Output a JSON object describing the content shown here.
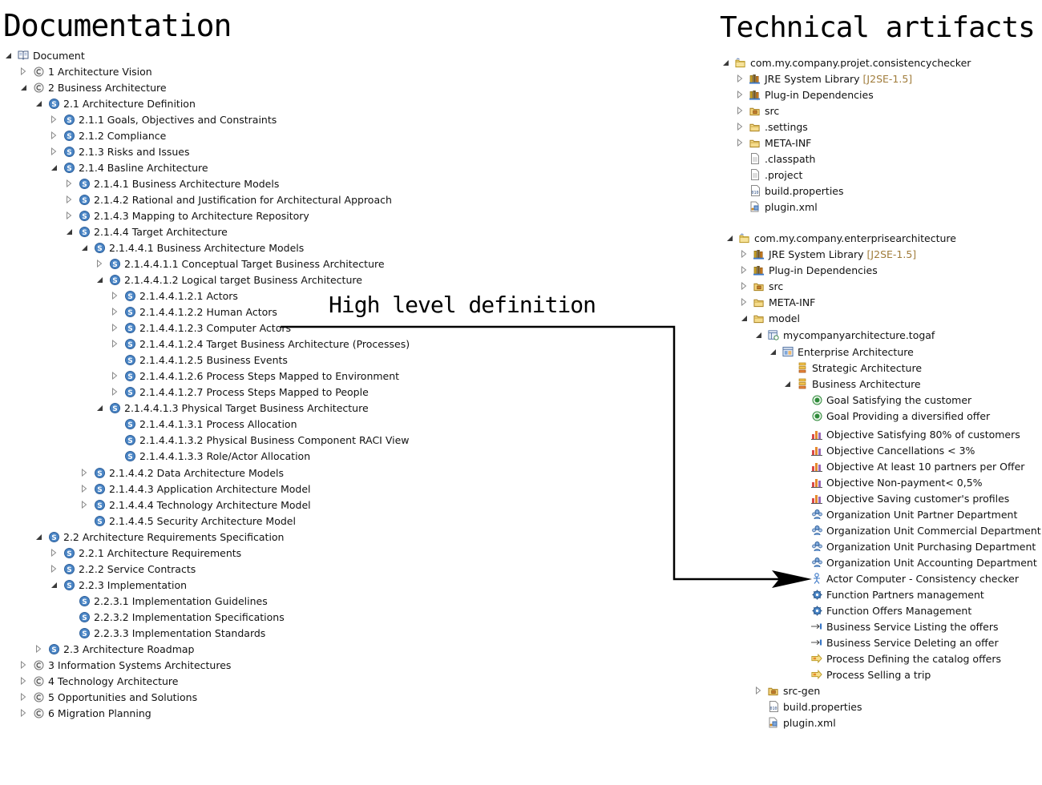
{
  "headings": {
    "documentation": "Documentation",
    "technical": "Technical artifacts",
    "high_level": "High level definition"
  },
  "doc_tree": [
    {
      "label": "Document",
      "depth": 0,
      "toggle": "expanded",
      "icon": "book"
    },
    {
      "label": "1 Architecture Vision",
      "depth": 1,
      "toggle": "collapsed",
      "icon": "chapter"
    },
    {
      "label": "2 Business Architecture",
      "depth": 1,
      "toggle": "expanded",
      "icon": "chapter"
    },
    {
      "label": "2.1 Architecture Definition",
      "depth": 2,
      "toggle": "expanded",
      "icon": "section"
    },
    {
      "label": "2.1.1 Goals, Objectives and Constraints",
      "depth": 3,
      "toggle": "collapsed",
      "icon": "section"
    },
    {
      "label": "2.1.2 Compliance",
      "depth": 3,
      "toggle": "collapsed",
      "icon": "section"
    },
    {
      "label": "2.1.3 Risks and Issues",
      "depth": 3,
      "toggle": "collapsed",
      "icon": "section"
    },
    {
      "label": "2.1.4 Basline Architecture",
      "depth": 3,
      "toggle": "expanded",
      "icon": "section"
    },
    {
      "label": "2.1.4.1 Business Architecture Models",
      "depth": 4,
      "toggle": "collapsed",
      "icon": "section"
    },
    {
      "label": "2.1.4.2 Rational and Justification for Architectural Approach",
      "depth": 4,
      "toggle": "collapsed",
      "icon": "section"
    },
    {
      "label": "2.1.4.3 Mapping to Architecture Repository",
      "depth": 4,
      "toggle": "collapsed",
      "icon": "section"
    },
    {
      "label": "2.1.4.4 Target Architecture",
      "depth": 4,
      "toggle": "expanded",
      "icon": "section"
    },
    {
      "label": "2.1.4.4.1 Business Architecture Models",
      "depth": 5,
      "toggle": "expanded",
      "icon": "section"
    },
    {
      "label": "2.1.4.4.1.1 Conceptual Target Business Architecture",
      "depth": 6,
      "toggle": "collapsed",
      "icon": "section"
    },
    {
      "label": "2.1.4.4.1.2 Logical target Business Architecture",
      "depth": 6,
      "toggle": "expanded",
      "icon": "section"
    },
    {
      "label": "2.1.4.4.1.2.1 Actors",
      "depth": 7,
      "toggle": "collapsed",
      "icon": "section"
    },
    {
      "label": "2.1.4.4.1.2.2 Human Actors",
      "depth": 7,
      "toggle": "collapsed",
      "icon": "section"
    },
    {
      "label": "2.1.4.4.1.2.3 Computer Actors",
      "depth": 7,
      "toggle": "collapsed",
      "icon": "section"
    },
    {
      "label": "2.1.4.4.1.2.4 Target Business Architecture (Processes)",
      "depth": 7,
      "toggle": "collapsed",
      "icon": "section"
    },
    {
      "label": "2.1.4.4.1.2.5 Business Events",
      "depth": 7,
      "toggle": "none",
      "icon": "section"
    },
    {
      "label": "2.1.4.4.1.2.6 Process Steps Mapped to Environment",
      "depth": 7,
      "toggle": "collapsed",
      "icon": "section"
    },
    {
      "label": "2.1.4.4.1.2.7 Process Steps Mapped to People",
      "depth": 7,
      "toggle": "collapsed",
      "icon": "section"
    },
    {
      "label": "2.1.4.4.1.3 Physical Target Business Architecture",
      "depth": 6,
      "toggle": "expanded",
      "icon": "section"
    },
    {
      "label": "2.1.4.4.1.3.1 Process Allocation",
      "depth": 7,
      "toggle": "none",
      "icon": "section"
    },
    {
      "label": "2.1.4.4.1.3.2 Physical Business Component RACI View",
      "depth": 7,
      "toggle": "none",
      "icon": "section"
    },
    {
      "label": "2.1.4.4.1.3.3 Role/Actor Allocation",
      "depth": 7,
      "toggle": "none",
      "icon": "section"
    },
    {
      "label": "2.1.4.4.2 Data Architecture Models",
      "depth": 5,
      "toggle": "collapsed",
      "icon": "section"
    },
    {
      "label": "2.1.4.4.3 Application Architecture Model",
      "depth": 5,
      "toggle": "collapsed",
      "icon": "section"
    },
    {
      "label": "2.1.4.4.4 Technology Architecture Model",
      "depth": 5,
      "toggle": "collapsed",
      "icon": "section"
    },
    {
      "label": "2.1.4.4.5 Security Architecture Model",
      "depth": 5,
      "toggle": "none",
      "icon": "section"
    },
    {
      "label": "2.2 Architecture Requirements Specification",
      "depth": 2,
      "toggle": "expanded",
      "icon": "section"
    },
    {
      "label": "2.2.1 Architecture Requirements",
      "depth": 3,
      "toggle": "collapsed",
      "icon": "section"
    },
    {
      "label": "2.2.2 Service Contracts",
      "depth": 3,
      "toggle": "collapsed",
      "icon": "section"
    },
    {
      "label": "2.2.3 Implementation",
      "depth": 3,
      "toggle": "expanded",
      "icon": "section"
    },
    {
      "label": "2.2.3.1 Implementation Guidelines",
      "depth": 4,
      "toggle": "none",
      "icon": "section"
    },
    {
      "label": "2.2.3.2 Implementation Specifications",
      "depth": 4,
      "toggle": "none",
      "icon": "section"
    },
    {
      "label": "2.2.3.3 Implementation Standards",
      "depth": 4,
      "toggle": "none",
      "icon": "section"
    },
    {
      "label": "2.3 Architecture Roadmap",
      "depth": 2,
      "toggle": "collapsed",
      "icon": "section"
    },
    {
      "label": "3 Information Systems Architectures",
      "depth": 1,
      "toggle": "collapsed",
      "icon": "chapter"
    },
    {
      "label": "4 Technology Architecture",
      "depth": 1,
      "toggle": "collapsed",
      "icon": "chapter"
    },
    {
      "label": "5 Opportunities and Solutions",
      "depth": 1,
      "toggle": "collapsed",
      "icon": "chapter"
    },
    {
      "label": "6 Migration Planning",
      "depth": 1,
      "toggle": "collapsed",
      "icon": "chapter"
    }
  ],
  "tech_tree_1": [
    {
      "label": "com.my.company.projet.consistencychecker",
      "depth": 0,
      "toggle": "expanded",
      "icon": "project"
    },
    {
      "label": "JRE System Library",
      "suffix": "[J2SE-1.5]",
      "depth": 1,
      "toggle": "collapsed",
      "icon": "library"
    },
    {
      "label": "Plug-in Dependencies",
      "depth": 1,
      "toggle": "collapsed",
      "icon": "library"
    },
    {
      "label": "src",
      "depth": 1,
      "toggle": "collapsed",
      "icon": "package-folder"
    },
    {
      "label": ".settings",
      "depth": 1,
      "toggle": "collapsed",
      "icon": "folder"
    },
    {
      "label": "META-INF",
      "depth": 1,
      "toggle": "collapsed",
      "icon": "folder"
    },
    {
      "label": ".classpath",
      "depth": 1,
      "toggle": "none",
      "icon": "file"
    },
    {
      "label": ".project",
      "depth": 1,
      "toggle": "none",
      "icon": "file"
    },
    {
      "label": "build.properties",
      "depth": 1,
      "toggle": "none",
      "icon": "properties-file"
    },
    {
      "label": "plugin.xml",
      "depth": 1,
      "toggle": "none",
      "icon": "plugin-file"
    }
  ],
  "tech_tree_2": [
    {
      "label": "com.my.company.enterprisearchitecture",
      "depth": 0,
      "toggle": "expanded",
      "icon": "project"
    },
    {
      "label": "JRE System Library",
      "suffix": "[J2SE-1.5]",
      "depth": 1,
      "toggle": "collapsed",
      "icon": "library"
    },
    {
      "label": "Plug-in Dependencies",
      "depth": 1,
      "toggle": "collapsed",
      "icon": "library"
    },
    {
      "label": "src",
      "depth": 1,
      "toggle": "collapsed",
      "icon": "package-folder"
    },
    {
      "label": "META-INF",
      "depth": 1,
      "toggle": "collapsed",
      "icon": "folder"
    },
    {
      "label": "model",
      "depth": 1,
      "toggle": "expanded",
      "icon": "folder"
    },
    {
      "label": "mycompanyarchitecture.togaf",
      "depth": 2,
      "toggle": "expanded",
      "icon": "model-file"
    },
    {
      "label": "Enterprise Architecture",
      "depth": 3,
      "toggle": "expanded",
      "icon": "enterprise"
    },
    {
      "label": "Strategic Architecture",
      "depth": 4,
      "toggle": "none",
      "icon": "architecture"
    },
    {
      "label": "Business Architecture",
      "depth": 4,
      "toggle": "expanded",
      "icon": "architecture"
    },
    {
      "label": "Goal Satisfying the customer",
      "depth": 5,
      "toggle": "none",
      "icon": "goal"
    },
    {
      "label": "Goal Providing a diversified offer",
      "depth": 5,
      "toggle": "none",
      "icon": "goal"
    },
    {
      "label": "Objective Satisfying 80% of customers",
      "depth": 5,
      "toggle": "none",
      "icon": "objective"
    },
    {
      "label": "Objective Cancellations < 3%",
      "depth": 5,
      "toggle": "none",
      "icon": "objective"
    },
    {
      "label": "Objective At least 10 partners per Offer",
      "depth": 5,
      "toggle": "none",
      "icon": "objective"
    },
    {
      "label": "Objective Non-payment< 0,5%",
      "depth": 5,
      "toggle": "none",
      "icon": "objective"
    },
    {
      "label": "Objective Saving customer's profiles",
      "depth": 5,
      "toggle": "none",
      "icon": "objective"
    },
    {
      "label": "Organization Unit Partner Department",
      "depth": 5,
      "toggle": "none",
      "icon": "organization"
    },
    {
      "label": "Organization Unit Commercial Department",
      "depth": 5,
      "toggle": "none",
      "icon": "organization"
    },
    {
      "label": "Organization Unit Purchasing Department",
      "depth": 5,
      "toggle": "none",
      "icon": "organization"
    },
    {
      "label": "Organization Unit Accounting Department",
      "depth": 5,
      "toggle": "none",
      "icon": "organization"
    },
    {
      "label": "Actor Computer - Consistency checker",
      "depth": 5,
      "toggle": "none",
      "icon": "actor"
    },
    {
      "label": "Function Partners management",
      "depth": 5,
      "toggle": "none",
      "icon": "function"
    },
    {
      "label": "Function Offers Management",
      "depth": 5,
      "toggle": "none",
      "icon": "function"
    },
    {
      "label": "Business Service Listing the offers",
      "depth": 5,
      "toggle": "none",
      "icon": "service"
    },
    {
      "label": "Business Service Deleting an offer",
      "depth": 5,
      "toggle": "none",
      "icon": "service"
    },
    {
      "label": "Process Defining the catalog offers",
      "depth": 5,
      "toggle": "none",
      "icon": "process"
    },
    {
      "label": "Process Selling a trip",
      "depth": 5,
      "toggle": "none",
      "icon": "process"
    },
    {
      "label": "src-gen",
      "depth": 2,
      "toggle": "collapsed",
      "icon": "package-folder"
    },
    {
      "label": "build.properties",
      "depth": 2,
      "toggle": "none",
      "icon": "properties-file"
    },
    {
      "label": "plugin.xml",
      "depth": 2,
      "toggle": "none",
      "icon": "plugin-file"
    }
  ]
}
